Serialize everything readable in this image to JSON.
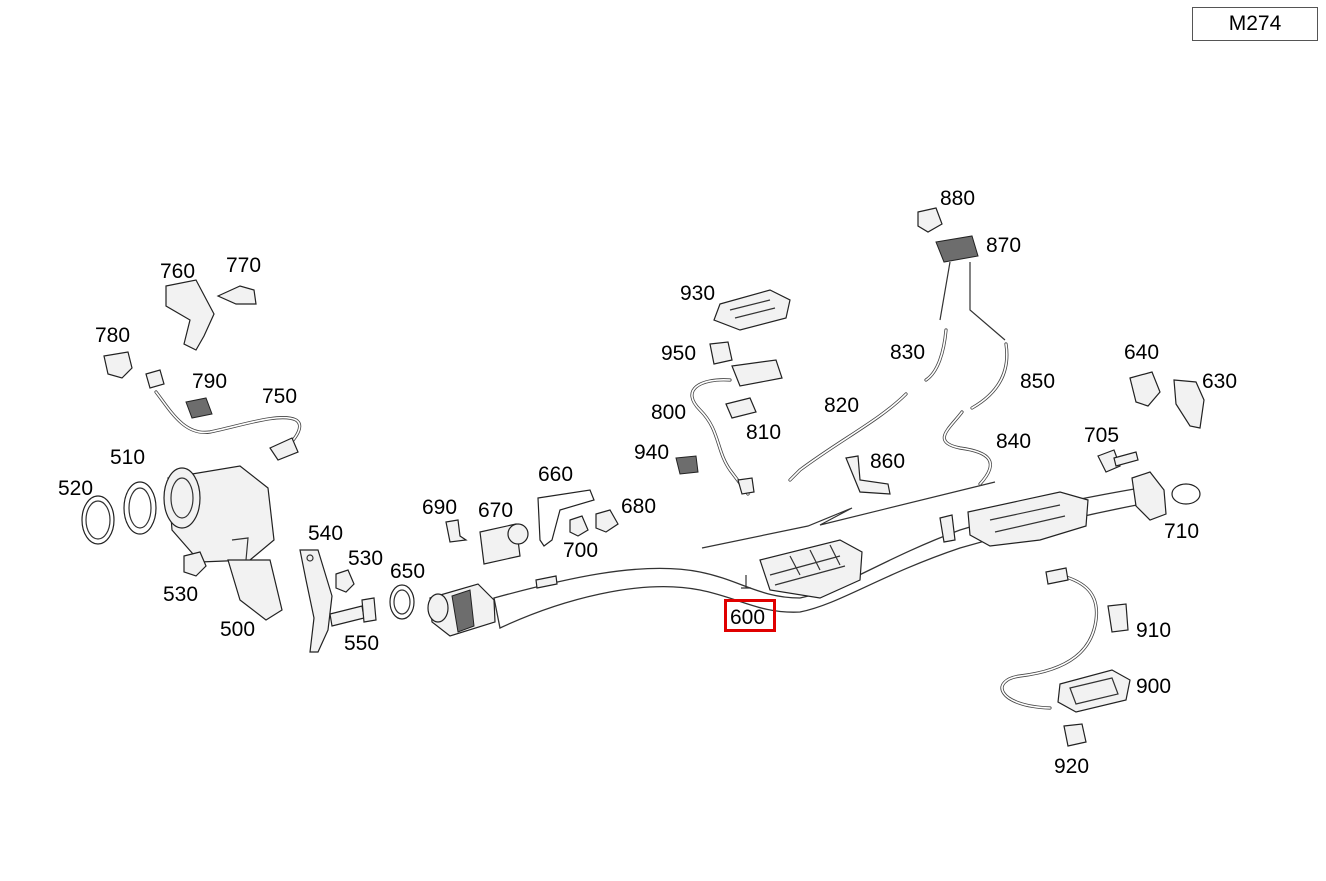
{
  "engine_code": "M274",
  "highlighted_part": "600",
  "parts": {
    "p500": "500",
    "p510": "510",
    "p520": "520",
    "p530a": "530",
    "p530b": "530",
    "p540": "540",
    "p550": "550",
    "p600": "600",
    "p630": "630",
    "p640": "640",
    "p650": "650",
    "p660": "660",
    "p670": "670",
    "p680": "680",
    "p690": "690",
    "p700": "700",
    "p705": "705",
    "p710": "710",
    "p750": "750",
    "p760": "760",
    "p770": "770",
    "p780": "780",
    "p790": "790",
    "p800": "800",
    "p810": "810",
    "p820": "820",
    "p830": "830",
    "p840": "840",
    "p850": "850",
    "p860": "860",
    "p870": "870",
    "p880": "880",
    "p900": "900",
    "p910": "910",
    "p920": "920",
    "p930": "930",
    "p940": "940",
    "p950": "950"
  },
  "colors": {
    "highlight": "#e00000",
    "line": "#333333",
    "part_fill": "#f2f2f2"
  }
}
